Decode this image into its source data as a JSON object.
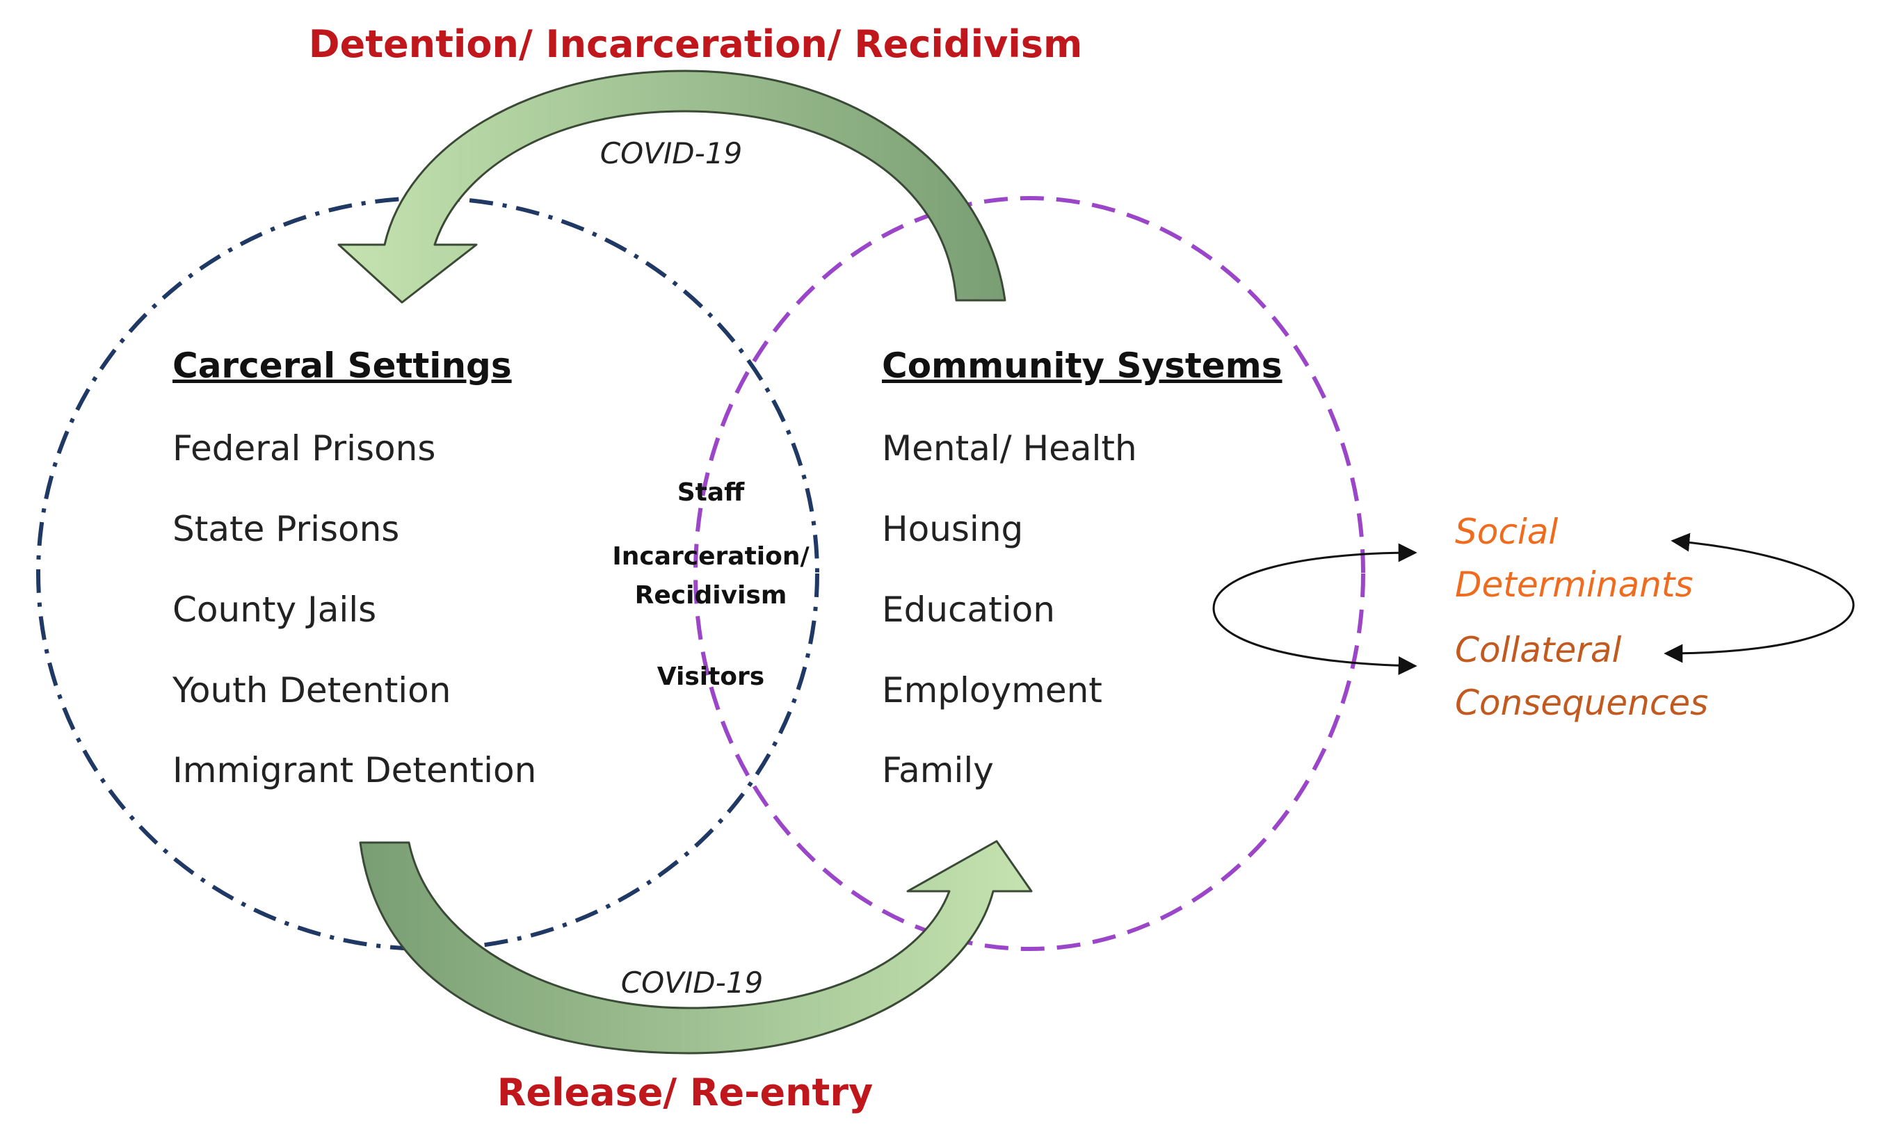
{
  "labels": {
    "top_cycle": "Detention/ Incarceration/ Recidivism",
    "bottom_cycle": "Release/ Re-entry",
    "covid_top": "COVID-19",
    "covid_bottom": "COVID-19"
  },
  "carceral": {
    "heading": "Carceral Settings",
    "items": [
      "Federal Prisons",
      "State Prisons",
      "County Jails",
      "Youth Detention",
      "Immigrant Detention"
    ]
  },
  "community": {
    "heading": "Community Systems",
    "items": [
      "Mental/ Health",
      "Housing",
      "Education",
      "Employment",
      "Family"
    ]
  },
  "overlap": {
    "staff": "Staff",
    "incarceration_line1": "Incarceration/",
    "incarceration_line2": "Recidivism",
    "visitors": "Visitors"
  },
  "outcomes": {
    "social_1": "Social",
    "social_2": "Determinants",
    "collateral_1": "Collateral",
    "collateral_2": "Consequences"
  },
  "colors": {
    "cycle_label": "#c0171d",
    "carceral_circle": "#1f3864",
    "community_circle": "#9b45c8",
    "arrow_fill_light": "#c4e3b0",
    "arrow_fill_dark": "#7a9e74",
    "arrow_stroke": "#3a4a36",
    "social_color": "#ef6c1f",
    "collateral_color": "#c25a1f"
  },
  "icons": {
    "top_arrow": "curved-arrow-left-icon",
    "bottom_arrow": "curved-arrow-right-icon",
    "feedback_loop": "feedback-loop-icon"
  }
}
